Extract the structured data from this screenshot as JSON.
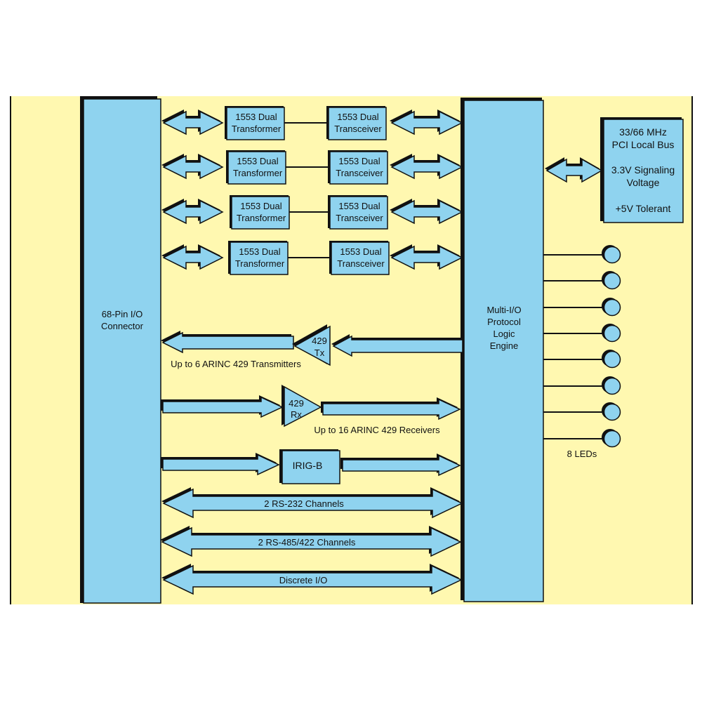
{
  "colors": {
    "background": "#fff8b0",
    "block_fill": "#8fd3ef",
    "outline": "#111111"
  },
  "connector": {
    "label_line1": "68-Pin I/O",
    "label_line2": "Connector"
  },
  "engine": {
    "label_lines": [
      "Multi-I/O",
      "Protocol",
      "Logic",
      "Engine"
    ]
  },
  "pci": {
    "line1": "33/66 MHz",
    "line2": "PCI Local Bus",
    "line3": "3.3V Signaling",
    "line4": "Voltage",
    "line5": "+5V Tolerant"
  },
  "channels_1553": [
    {
      "transformer": [
        "1553 Dual",
        "Transformer"
      ],
      "transceiver": [
        "1553 Dual",
        "Transceiver"
      ]
    },
    {
      "transformer": [
        "1553 Dual",
        "Transformer"
      ],
      "transceiver": [
        "1553 Dual",
        "Transceiver"
      ]
    },
    {
      "transformer": [
        "1553 Dual",
        "Transformer"
      ],
      "transceiver": [
        "1553 Dual",
        "Transceiver"
      ]
    },
    {
      "transformer": [
        "1553 Dual",
        "Transformer"
      ],
      "transceiver": [
        "1553 Dual",
        "Transceiver"
      ]
    }
  ],
  "arinc_tx": {
    "buffer_line1": "429",
    "buffer_line2": "Tx",
    "caption": "Up to 6 ARINC 429 Transmitters"
  },
  "arinc_rx": {
    "buffer_line1": "429",
    "buffer_line2": "Rx",
    "caption": "Up to 16 ARINC 429 Receivers"
  },
  "irig": {
    "label": "IRIG-B"
  },
  "buses": [
    {
      "label": "2 RS-232 Channels"
    },
    {
      "label": "2 RS-485/422 Channels"
    },
    {
      "label": "Discrete I/O"
    }
  ],
  "leds": {
    "count": 8,
    "label": "8 LEDs"
  }
}
